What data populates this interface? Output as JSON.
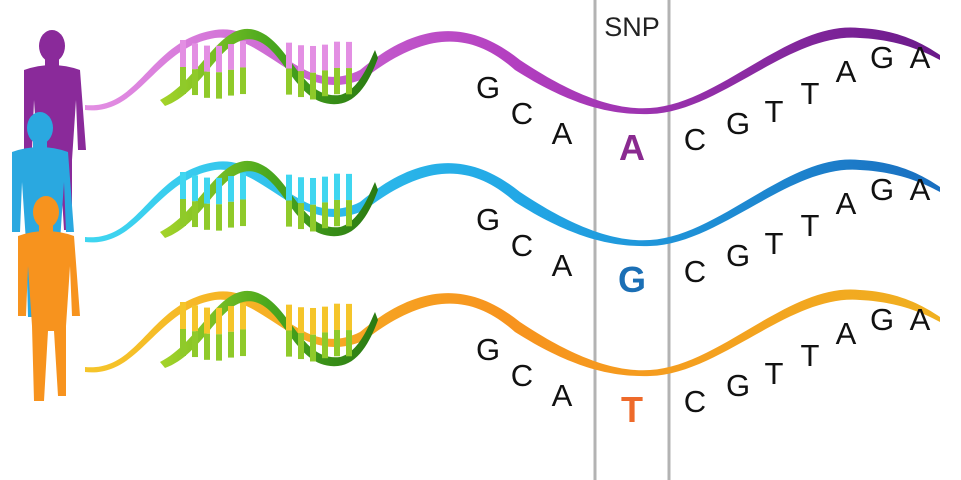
{
  "snp_label": "SNP",
  "sequence_left": [
    "G",
    "C",
    "A"
  ],
  "sequence_right": [
    "C",
    "G",
    "T",
    "T",
    "A",
    "G",
    "A"
  ],
  "strands": [
    {
      "person": "person-purple",
      "snp_base": "A",
      "color_main": "#8e2a9e",
      "color_light": "#e38fe3",
      "rung_color": "#8fca2a",
      "snp_color": "#8a2a90"
    },
    {
      "person": "person-blue",
      "snp_base": "G",
      "color_main": "#1b8fd6",
      "color_light": "#3fd6f0",
      "rung_color": "#8fca2a",
      "snp_color": "#1b6fb5"
    },
    {
      "person": "person-orange",
      "snp_base": "T",
      "color_main": "#f7931e",
      "color_light": "#f5c52a",
      "rung_color": "#8fca2a",
      "snp_color": "#ee6a2a"
    }
  ],
  "colors": {
    "helix_green": "#3a9a1a",
    "helix_green_light": "#a6d42a",
    "guide_line": "#b3b3b3"
  }
}
